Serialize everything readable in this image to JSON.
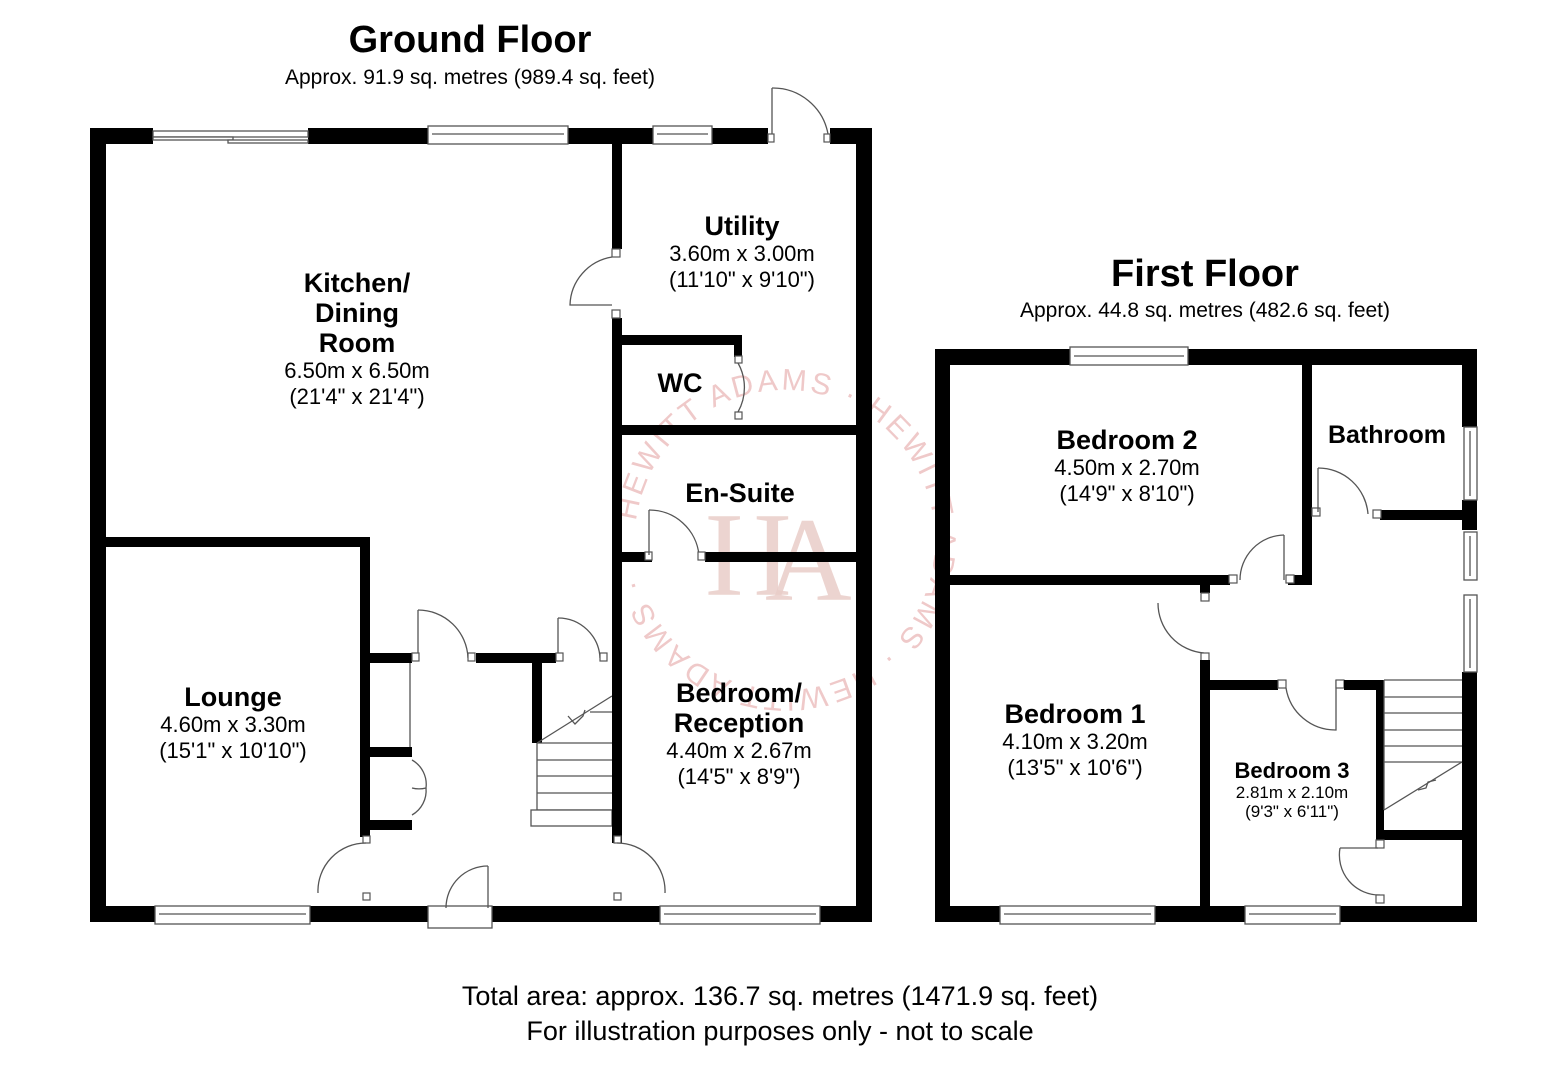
{
  "ground_floor": {
    "title": "Ground Floor",
    "area": "Approx. 91.9 sq. metres (989.4 sq. feet)",
    "rooms": [
      {
        "name": "Kitchen/",
        "name2": "Dining",
        "name3": "Room",
        "metric": "6.50m x 6.50m",
        "imperial": "(21'4\" x 21'4\")"
      },
      {
        "name": "Utility",
        "metric": "3.60m x 3.00m",
        "imperial": "(11'10\" x 9'10\")"
      },
      {
        "name": "WC"
      },
      {
        "name": "En-Suite"
      },
      {
        "name": "Lounge",
        "metric": "4.60m x 3.30m",
        "imperial": "(15'1\" x 10'10\")"
      },
      {
        "name": "Bedroom/",
        "name2": "Reception",
        "metric": "4.40m x 2.67m",
        "imperial": "(14'5\" x 8'9\")"
      }
    ]
  },
  "first_floor": {
    "title": "First Floor",
    "area": "Approx. 44.8 sq. metres (482.6 sq. feet)",
    "rooms": [
      {
        "name": "Bedroom 2",
        "metric": "4.50m x 2.70m",
        "imperial": "(14'9\" x 8'10\")"
      },
      {
        "name": "Bathroom"
      },
      {
        "name": "Bedroom 1",
        "metric": "4.10m x 3.20m",
        "imperial": "(13'5\" x 10'6\")"
      },
      {
        "name": "Bedroom 3",
        "metric": "2.81m x 2.10m",
        "imperial": "(9'3\" x 6'11\")"
      }
    ]
  },
  "footer": {
    "total_area": "Total area: approx. 136.7 sq. metres (1471.9 sq. feet)",
    "disclaimer": "For illustration purposes only - not to scale"
  },
  "watermark": {
    "ring_text": "HEWITT ADAMS",
    "monogram": "HA",
    "color": "#e6b6b6"
  }
}
